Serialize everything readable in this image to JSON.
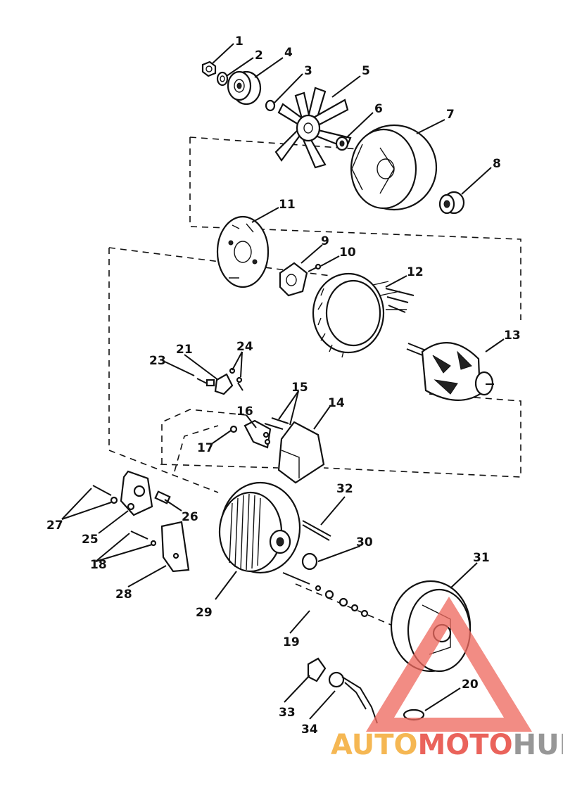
{
  "diagram": {
    "labels": [
      "1",
      "2",
      "3",
      "4",
      "5",
      "6",
      "7",
      "8",
      "9",
      "10",
      "11",
      "12",
      "13",
      "14",
      "15",
      "16",
      "17",
      "18",
      "19",
      "20",
      "21",
      "23",
      "24",
      "25",
      "26",
      "27",
      "28",
      "29",
      "30",
      "31",
      "32",
      "33",
      "34"
    ]
  },
  "watermark": {
    "part1": "AUTO",
    "part2": "MOTO",
    "part3": "HUB",
    "colors": {
      "orange": "#f5b041",
      "red": "#e8534a",
      "gray": "#8c8c8c",
      "triangle": "#ee6a5f"
    }
  }
}
